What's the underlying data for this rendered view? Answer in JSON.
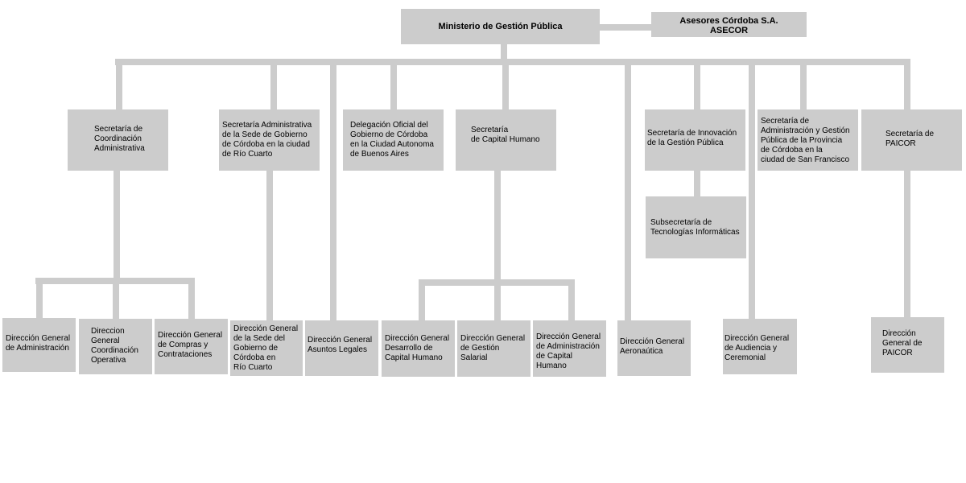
{
  "ministry": "Ministerio de Gestión Pública",
  "asecor": "Asesores Córdoba S.A.\nASECOR",
  "secretariats": {
    "coordinacion": "Secretaría de\nCoordinación\nAdministrativa",
    "rio_cuarto": "Secretaría Administrativa\nde la Sede de Gobierno\nde Córdoba en la ciudad\nde Río Cuarto",
    "buenos_aires": "Delegación Oficial del\nGobierno de Córdoba\nen la Ciudad Autonoma\nde Buenos Aires",
    "capital_humano": "Secretaría\nde Capital Humano",
    "innovacion": "Secretaría de Innovación\nde la Gestión Pública",
    "san_francisco": "Secretaría de\nAdministración y Gestión\nPública de la Provincia\nde Córdoba en la\nciudad de San Francisco",
    "paicor": "Secretaría de\nPAICOR"
  },
  "subsecretaria_tecnologias": "Subsecretaría de\nTecnologías Informáticas",
  "directions": {
    "administracion": "Dirección General\nde Administración",
    "coordinacion_operativa": "Direccion\nGeneral\nCoordinación\nOperativa",
    "compras": "Dirección General\nde Compras y\nContrataciones",
    "sede_rio_cuarto": "Dirección General\nde la Sede del\nGobierno de\nCórdoba en\nRío Cuarto",
    "asuntos_legales": "Dirección General\nAsuntos Legales",
    "desarrollo_ch": "Dirección General\nDesarrollo de\nCapital Humano",
    "gestion_salarial": "Dirección General\nde Gestión\nSalarial",
    "administracion_ch": "Dirección General\nde Administración\nde Capital\nHumano",
    "aeronautica": "Dirección General\nAeronaútica",
    "audiencia": "Dirección General\nde Audiencia y\nCeremonial",
    "paicor": "Dirección\nGeneral de\nPAICOR"
  }
}
